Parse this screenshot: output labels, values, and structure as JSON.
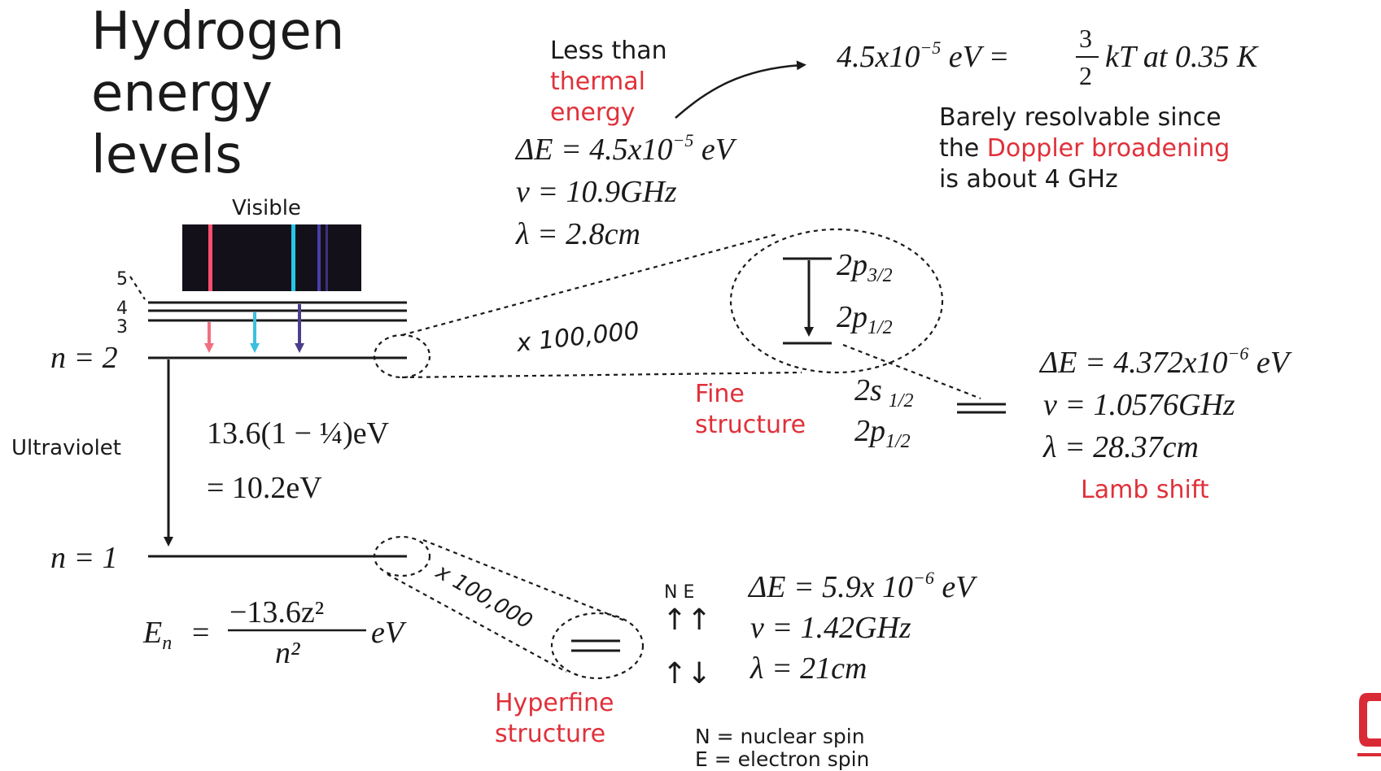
{
  "title_lines": [
    "Hydrogen",
    "energy",
    "levels"
  ],
  "spectrum": {
    "label": "Visible",
    "line_colors": [
      "#ff4f6e",
      "#25c6e6",
      "#4a3fa8",
      "#6b5ab8"
    ],
    "arrow_colors": [
      "#f07080",
      "#3bc0e0",
      "#4a3f8c"
    ]
  },
  "levels": {
    "n5": "5",
    "n4": "4",
    "n3": "3",
    "n2": "n = 2",
    "n1": "n = 1"
  },
  "ultraviolet": {
    "label": "Ultraviolet",
    "formula": "13.6(1 − ¼)eV",
    "result": "= 10.2eV"
  },
  "general_formula": {
    "lhs": "E",
    "lhs_sub": "n",
    "numerator": "−13.6z²",
    "denominator": "n²",
    "unit": "eV"
  },
  "thermal": {
    "line1": "Less than",
    "line2": "thermal",
    "line3": "energy",
    "equation_left": "4.5x10",
    "equation_exp": "−5",
    "equation_mid": " eV = ",
    "frac_num": "3",
    "frac_den": "2",
    "equation_right": "kT  at  0.35 K"
  },
  "doppler": {
    "line1": "Barely resolvable since",
    "line2_prefix": "the ",
    "line2_red": "Doppler broadening",
    "line3": "is about 4 GHz"
  },
  "fine_values": {
    "delta_e": "ΔE = 4.5x10",
    "delta_e_exp": "−5",
    "delta_e_unit": " eV",
    "nu": "ν = 10.9GHz",
    "lambda": "λ = 2.8cm"
  },
  "fine": {
    "magnify": "x 100,000",
    "label_line1": "Fine",
    "label_line2": "structure",
    "p32": "2p",
    "p32_sub": "3/2",
    "p12": "2p",
    "p12_sub": "1/2",
    "s12": "2s",
    "s12_sub": "1/2",
    "p12b": "2p",
    "p12b_sub": "1/2"
  },
  "lamb": {
    "delta_e": "ΔE = 4.372x10",
    "delta_e_exp": "−6",
    "delta_e_unit": " eV",
    "nu": "ν = 1.0576GHz",
    "lambda": "λ = 28.37cm",
    "label": "Lamb shift"
  },
  "hyperfine": {
    "magnify": "x 100,000",
    "label_line1": "Hyperfine",
    "label_line2": "structure",
    "ne_header": "N E",
    "parallel": "↑↑",
    "antiparallel": "↑↓",
    "delta_e": "ΔE = 5.9x 10",
    "delta_e_exp": "−6",
    "delta_e_unit": " eV",
    "nu": "ν = 1.42GHz",
    "lambda": "λ = 21cm",
    "legend_n": "N = nuclear spin",
    "legend_e": "E = electron spin"
  },
  "colors": {
    "accent_red": "#e0303a",
    "text": "#1a1a1a"
  }
}
